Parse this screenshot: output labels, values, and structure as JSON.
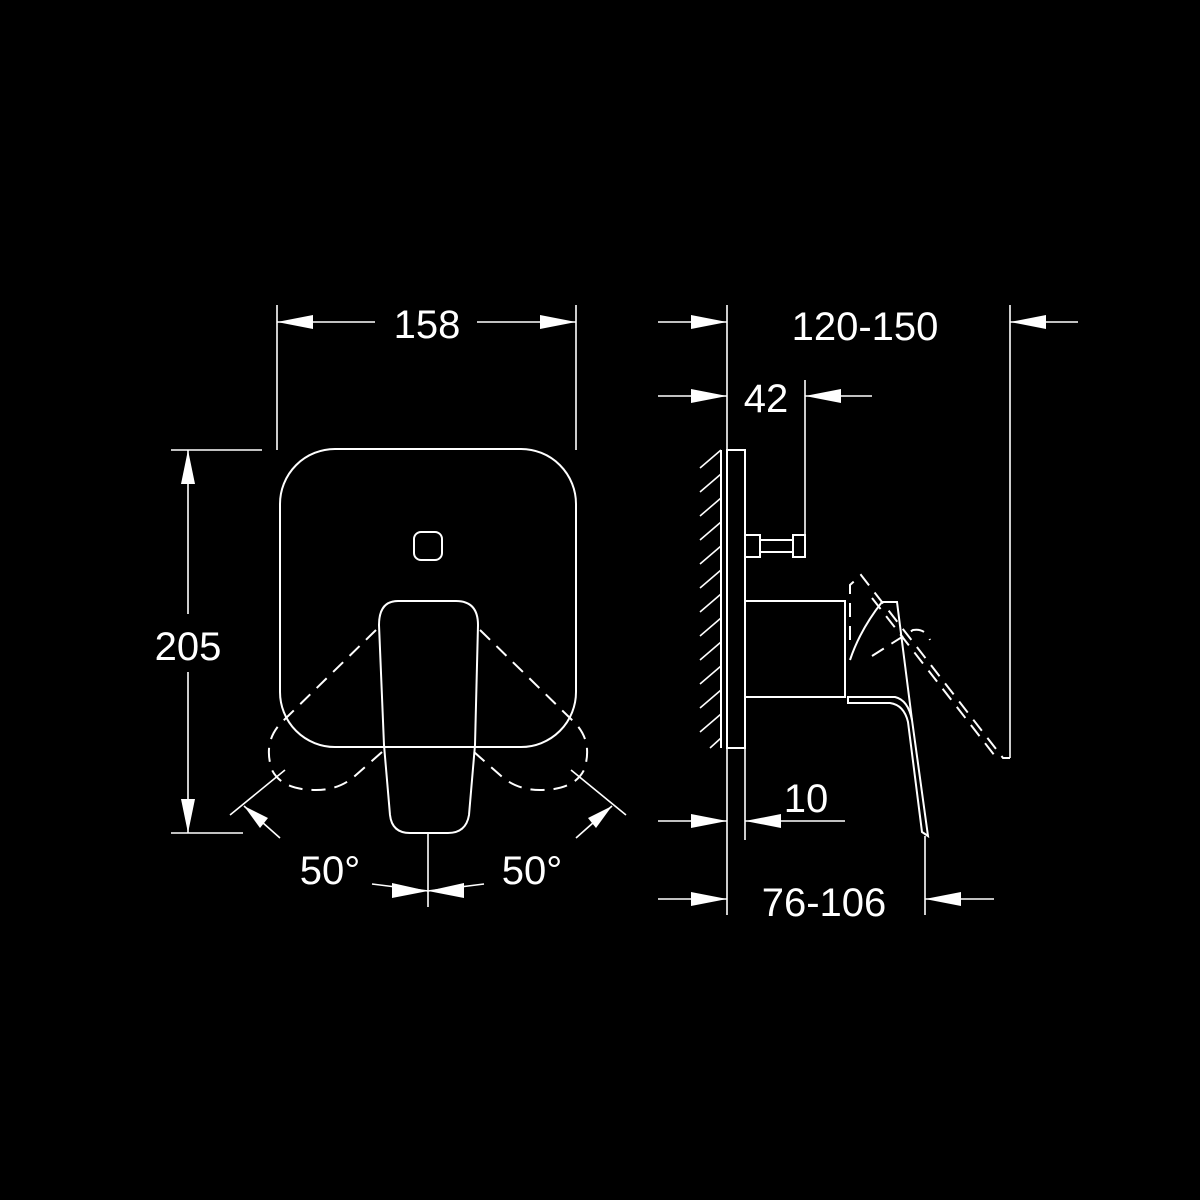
{
  "drawing": {
    "background": "#000000",
    "line_color": "#ffffff",
    "front_view": {
      "width_label": "158",
      "height_label": "205",
      "angle_left_label": "50°",
      "angle_right_label": "50°"
    },
    "side_view": {
      "total_depth_label": "120-150",
      "diverter_depth_label": "42",
      "plate_thickness_label": "10",
      "handle_depth_label": "76-106"
    }
  }
}
